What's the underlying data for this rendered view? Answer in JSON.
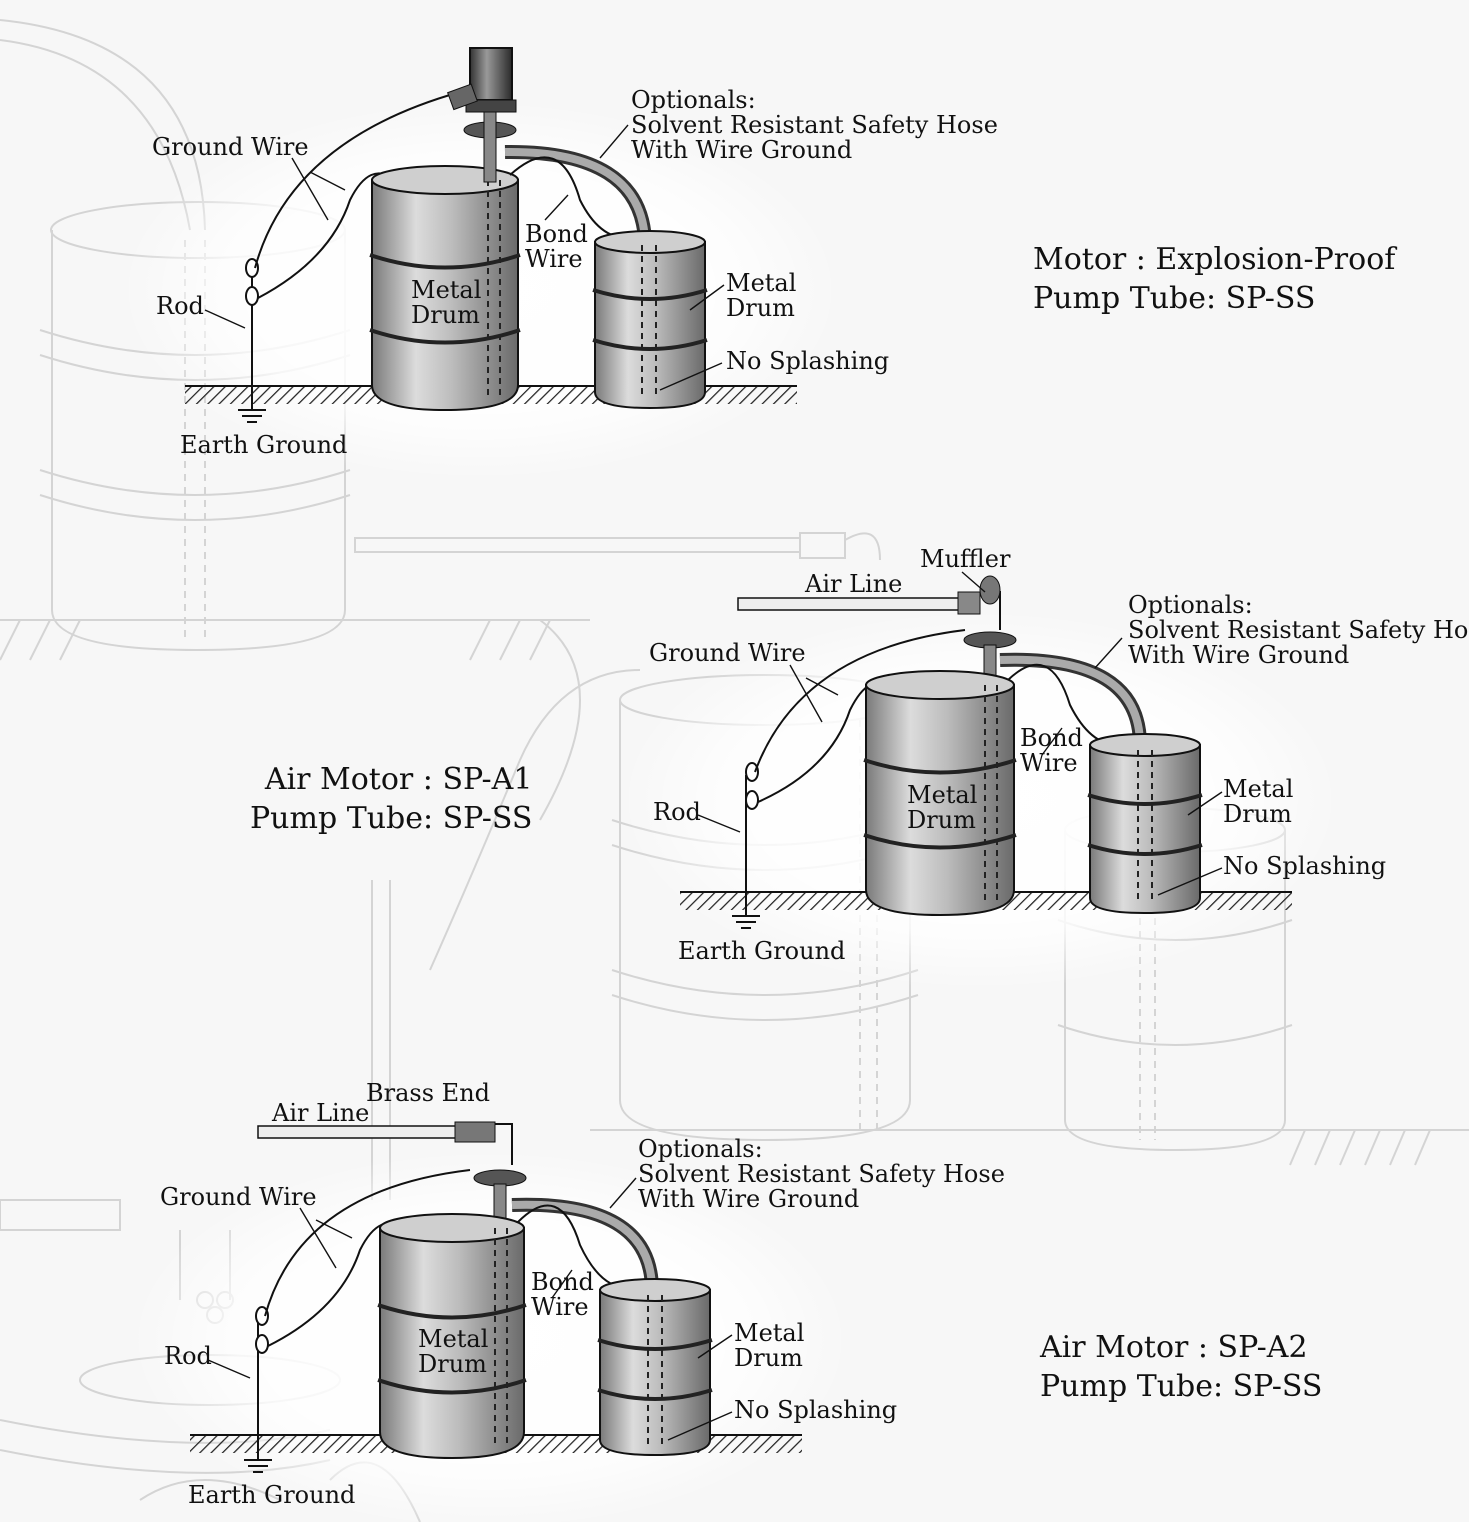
{
  "diagram": {
    "top": {
      "labels": {
        "ground_wire": "Ground Wire",
        "rod": "Rod",
        "earth_ground": "Earth Ground",
        "metal_drum_left": [
          "Metal",
          "Drum"
        ],
        "bond_wire": [
          "Bond",
          "Wire"
        ],
        "metal_drum_right": [
          "Metal",
          "Drum"
        ],
        "no_splashing": "No Splashing",
        "optionals": [
          "Optionals:",
          "Solvent Resistant Safety Hose",
          "With Wire Ground"
        ]
      },
      "spec": [
        "Motor : Explosion-Proof",
        "Pump Tube: SP-SS"
      ]
    },
    "middle": {
      "labels": {
        "muffler": "Muffler",
        "air_line": "Air Line",
        "ground_wire": "Ground Wire",
        "rod": "Rod",
        "earth_ground": "Earth Ground",
        "metal_drum_left": [
          "Metal",
          "Drum"
        ],
        "bond_wire": [
          "Bond",
          "Wire"
        ],
        "metal_drum_right": [
          "Metal",
          "Drum"
        ],
        "no_splashing": "No Splashing",
        "optionals": [
          "Optionals:",
          "Solvent Resistant Safety Hose",
          "With Wire Ground"
        ]
      },
      "spec": [
        "Air Motor : SP-A1",
        "Pump Tube: SP-SS"
      ]
    },
    "bottom": {
      "labels": {
        "brass_end": "Brass End",
        "air_line": "Air Line",
        "ground_wire": "Ground Wire",
        "rod": "Rod",
        "earth_ground": "Earth Ground",
        "metal_drum_left": [
          "Metal",
          "Drum"
        ],
        "bond_wire": [
          "Bond",
          "Wire"
        ],
        "metal_drum_right": [
          "Metal",
          "Drum"
        ],
        "no_splashing": "No Splashing",
        "optionals": [
          "Optionals:",
          "Solvent Resistant Safety Hose",
          "With Wire Ground"
        ]
      },
      "spec": [
        "Air Motor : SP-A2",
        "Pump Tube: SP-SS"
      ]
    }
  }
}
